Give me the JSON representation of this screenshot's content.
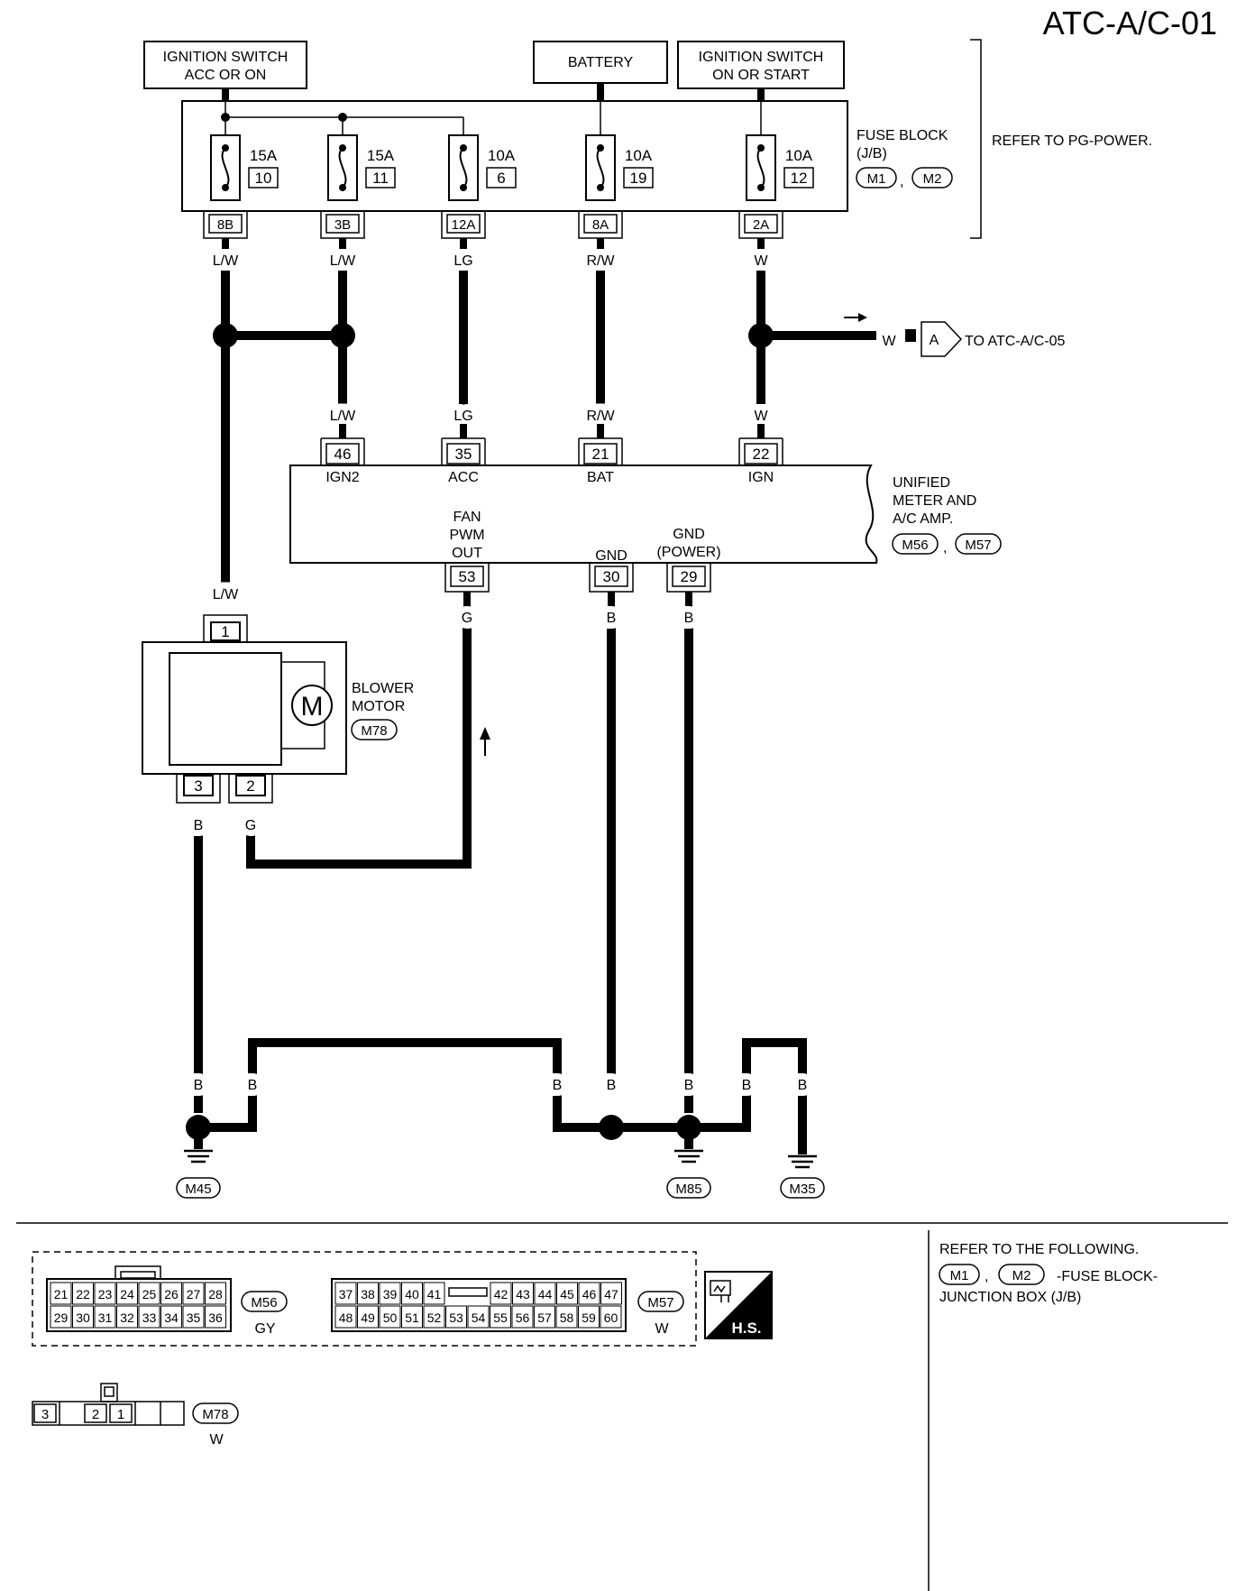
{
  "page_id": "ATC-A/C-01",
  "sources": {
    "ign_acc_line1": "IGNITION SWITCH",
    "ign_acc_line2": "ACC OR ON",
    "battery": "BATTERY",
    "ign_on_line1": "IGNITION SWITCH",
    "ign_on_line2": "ON OR START"
  },
  "fuse_block": {
    "label_line1": "FUSE BLOCK",
    "label_line2": "(J/B)",
    "connectors": [
      "M1",
      "M2"
    ],
    "sep": ",",
    "refer_note": "REFER TO PG-POWER.",
    "fuses": [
      {
        "amp": "15A",
        "num": "10",
        "terminal": "8B",
        "wire": "L/W"
      },
      {
        "amp": "15A",
        "num": "11",
        "terminal": "3B",
        "wire": "L/W"
      },
      {
        "amp": "10A",
        "num": "6",
        "terminal": "12A",
        "wire": "LG"
      },
      {
        "amp": "10A",
        "num": "19",
        "terminal": "8A",
        "wire": "R/W"
      },
      {
        "amp": "10A",
        "num": "12",
        "terminal": "2A",
        "wire": "W"
      }
    ]
  },
  "offpage": {
    "wire": "W",
    "tag": "A",
    "text": "TO ATC-A/C-05"
  },
  "unified_meter": {
    "name_line1": "UNIFIED",
    "name_line2": "METER AND",
    "name_line3": "A/C  AMP.",
    "connectors": [
      "M56",
      "M57"
    ],
    "sep": ",",
    "inputs": [
      {
        "wire": "L/W",
        "pin": "46",
        "label": "IGN2"
      },
      {
        "wire": "LG",
        "pin": "35",
        "label": "ACC"
      },
      {
        "wire": "R/W",
        "pin": "21",
        "label": "BAT"
      },
      {
        "wire": "W",
        "pin": "22",
        "label": "IGN"
      }
    ],
    "fan_label": [
      "FAN",
      "PWM",
      "OUT"
    ],
    "gnd_label": "GND",
    "gnd_power_label": [
      "GND",
      "(POWER)"
    ],
    "outputs": [
      {
        "pin": "53",
        "wire": "G"
      },
      {
        "pin": "30",
        "wire": "B"
      },
      {
        "pin": "29",
        "wire": "B"
      }
    ]
  },
  "blower": {
    "label_line1": "BLOWER",
    "label_line2": "MOTOR",
    "connector": "M78",
    "motor_symbol": "M",
    "pin_top": "1",
    "pin_top_wire": "L/W",
    "pin_left": "3",
    "pin_right": "2",
    "pin_left_wire": "B",
    "pin_right_wire": "G"
  },
  "grounds": {
    "wire_labels": [
      "B",
      "B",
      "B",
      "B",
      "B",
      "B",
      "B"
    ],
    "points": [
      "M45",
      "M85",
      "M35"
    ]
  },
  "connector_views": {
    "m56": {
      "connector": "M56",
      "color": "GY",
      "row1": [
        "21",
        "22",
        "23",
        "24",
        "25",
        "26",
        "27",
        "28"
      ],
      "row2": [
        "29",
        "30",
        "31",
        "32",
        "33",
        "34",
        "35",
        "36"
      ]
    },
    "m57": {
      "connector": "M57",
      "color": "W",
      "row1a": [
        "37",
        "38",
        "39",
        "40",
        "41"
      ],
      "row1b": [
        "42",
        "43",
        "44",
        "45",
        "46",
        "47"
      ],
      "row2": [
        "48",
        "49",
        "50",
        "51",
        "52",
        "53",
        "54",
        "55",
        "56",
        "57",
        "58",
        "59",
        "60"
      ]
    },
    "m78": {
      "connector": "M78",
      "color": "W",
      "pins": [
        "3",
        "2",
        "1"
      ]
    },
    "hs_badge": "H.S."
  },
  "refer_box": {
    "line1": "REFER TO THE FOLLOWING.",
    "connectors": [
      "M1",
      "M2"
    ],
    "sep": ",",
    "desc_line1": "-FUSE BLOCK-",
    "desc_line2": "JUNCTION BOX (J/B)"
  }
}
